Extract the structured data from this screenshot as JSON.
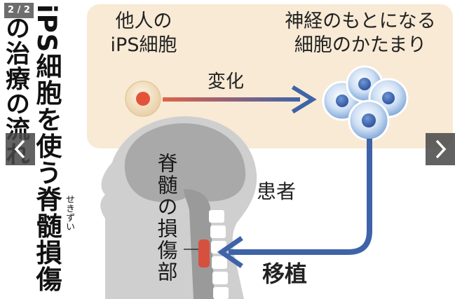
{
  "page_counter": "2 / 2",
  "title": {
    "main": "iPS細胞を使う脊髄損傷",
    "sub": "の治療の流れ",
    "ruby": "せきずい"
  },
  "labels": {
    "other_person_ips": "他人のiPS細胞",
    "other_person_line1": "他人の",
    "other_person_line2": "iPS細胞",
    "neural_source_line1": "神経のもとになる",
    "neural_source_line2": "細胞のかたまり",
    "change": "変化",
    "patient": "患者",
    "injury_site": "脊髄の損傷部",
    "transplant": "移植"
  },
  "colors": {
    "panel": "#f8ead5",
    "arrow": "#3f63a8",
    "injury": "#d6503e",
    "cell": "#7fa6d8",
    "head": "#cfcfcf"
  },
  "icons": {
    "prev": "chevron-left-icon",
    "next": "chevron-right-icon"
  }
}
